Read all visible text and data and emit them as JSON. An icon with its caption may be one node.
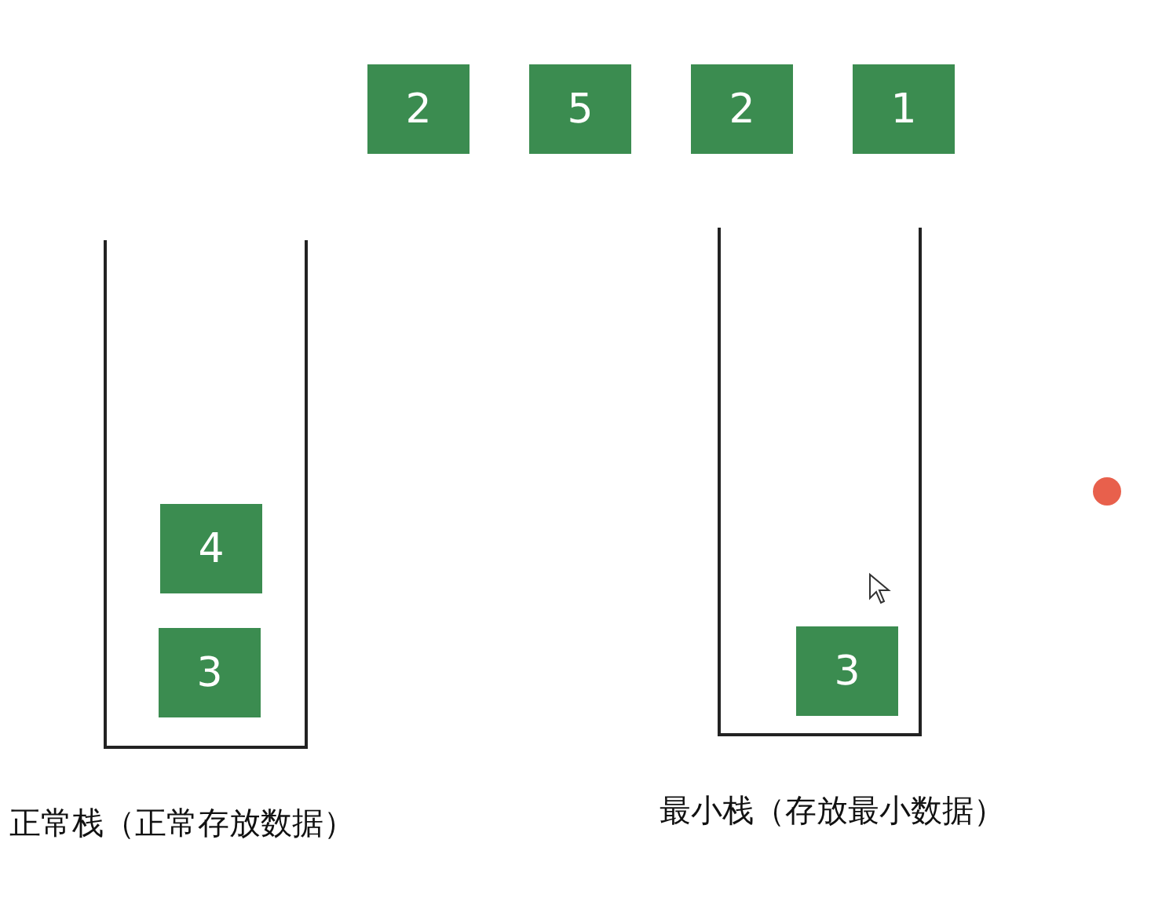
{
  "diagram": {
    "nodes": [
      {
        "text": [
          "2"
        ]
      },
      {
        "text": [
          "5"
        ]
      },
      {
        "text": [
          "2"
        ]
      },
      {
        "text": [
          "1"
        ]
      },
      {
        "text": [
          "正常栈（正常存放数据）"
        ]
      },
      {
        "text": [
          "4"
        ],
        "in": 4
      },
      {
        "text": [
          "3"
        ],
        "in": 4
      },
      {
        "text": [
          "最小栈（存放最小数据）"
        ]
      },
      {
        "text": [
          "3"
        ],
        "in": 7
      }
    ]
  }
}
